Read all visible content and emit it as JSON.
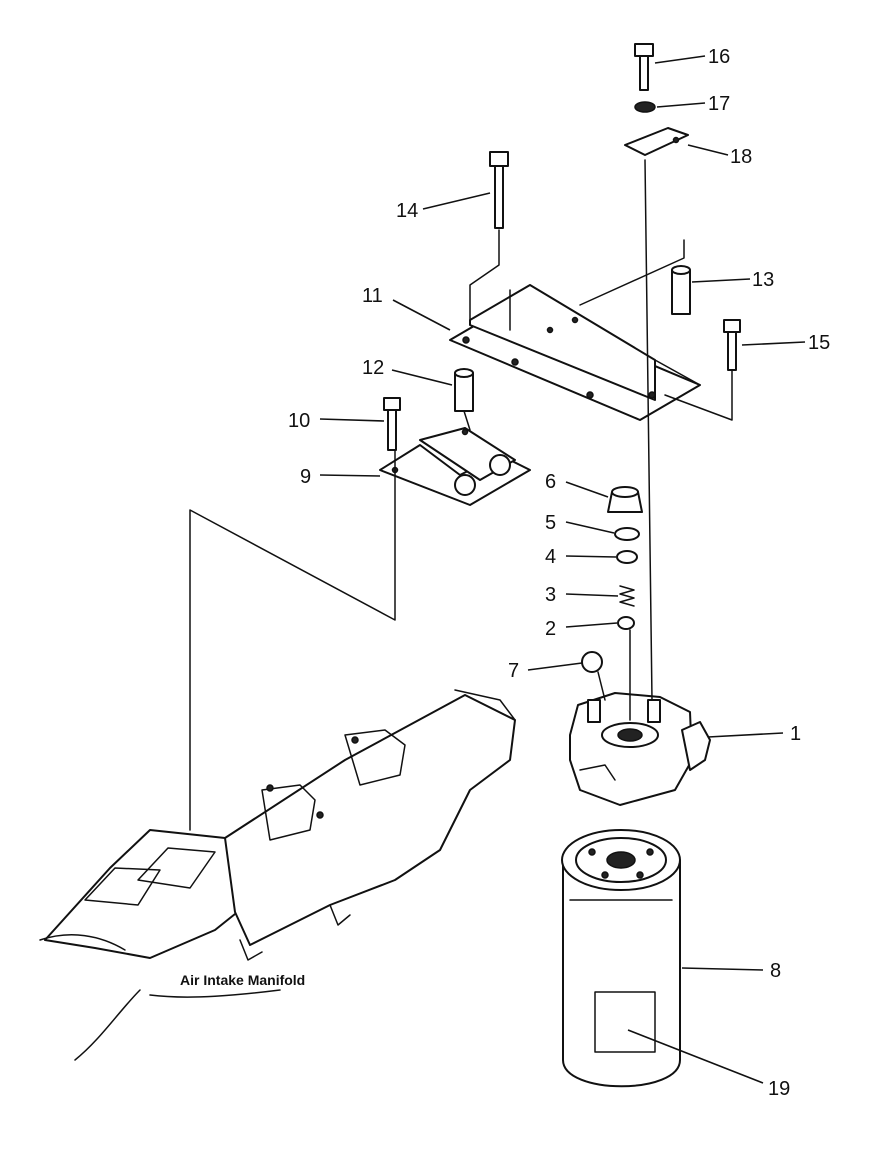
{
  "caption": "Air Intake Manifold",
  "labels": {
    "p1": "1",
    "p2": "2",
    "p3": "3",
    "p4": "4",
    "p5": "5",
    "p6": "6",
    "p7": "7",
    "p8": "8",
    "p9": "9",
    "p10": "10",
    "p11": "11",
    "p12": "12",
    "p13": "13",
    "p14": "14",
    "p15": "15",
    "p16": "16",
    "p17": "17",
    "p18": "18",
    "p19": "19"
  }
}
